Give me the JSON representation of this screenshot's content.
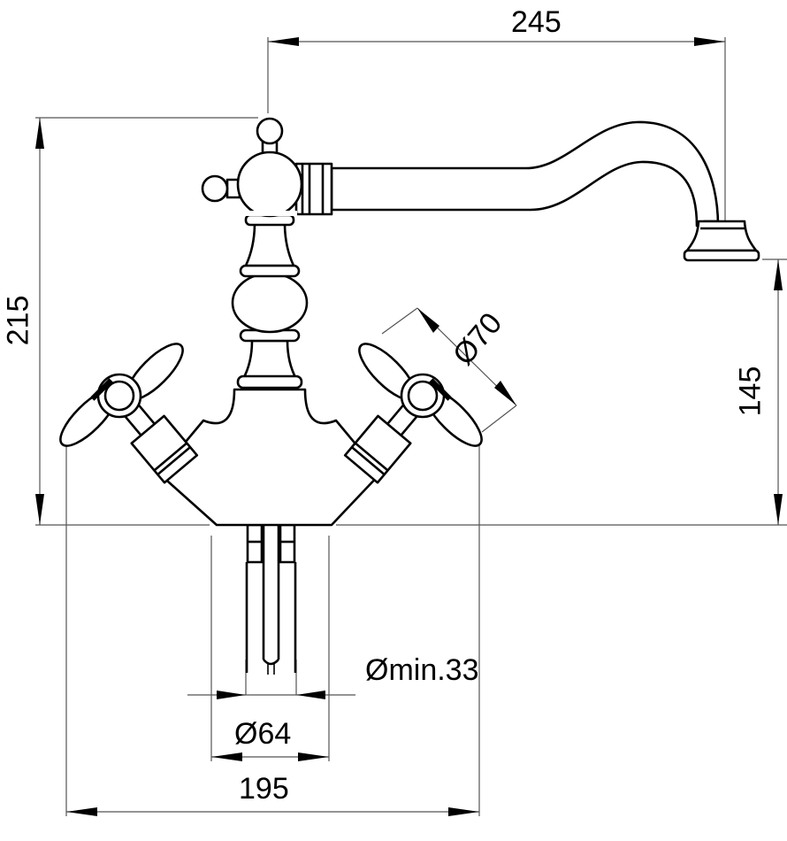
{
  "title": "Faucet dimension drawing",
  "dimensions": {
    "spout_reach": "245",
    "total_height": "215",
    "spout_height": "145",
    "handle_diameter": "Ø70",
    "hole_min_diameter": "Ømin.33",
    "base_diameter": "Ø64",
    "handle_span": "195"
  },
  "colors": {
    "line": "#000000",
    "dimension_line": "#555555",
    "background": "#ffffff"
  }
}
